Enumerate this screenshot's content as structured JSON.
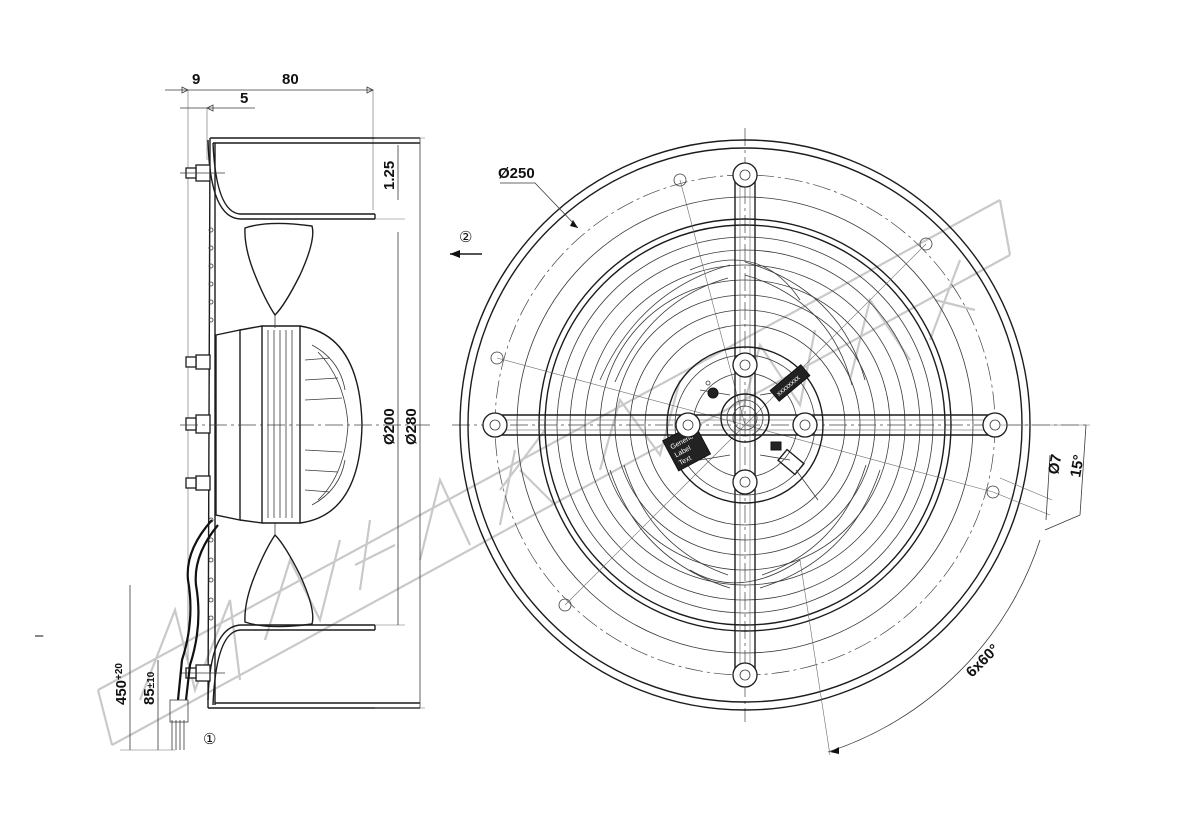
{
  "dimensions": {
    "d9": "9",
    "d80": "80",
    "d5": "5",
    "d125": "1.25",
    "dia200": "Ø200",
    "dia280": "Ø280",
    "dia250": "Ø250",
    "dia7": "Ø7",
    "angle15": "15°",
    "angle6x60": "6x60°",
    "cable450": "450",
    "cable450_tol": "+20",
    "cable85": "85",
    "cable85_tol": "±10"
  },
  "callouts": {
    "cable": "①",
    "airflow": "②"
  },
  "label_plate": {
    "left": [
      "Generic",
      "Label",
      "Text"
    ],
    "right": "xxxxxxxx",
    "connector": "▭"
  },
  "margin_mark": "–"
}
